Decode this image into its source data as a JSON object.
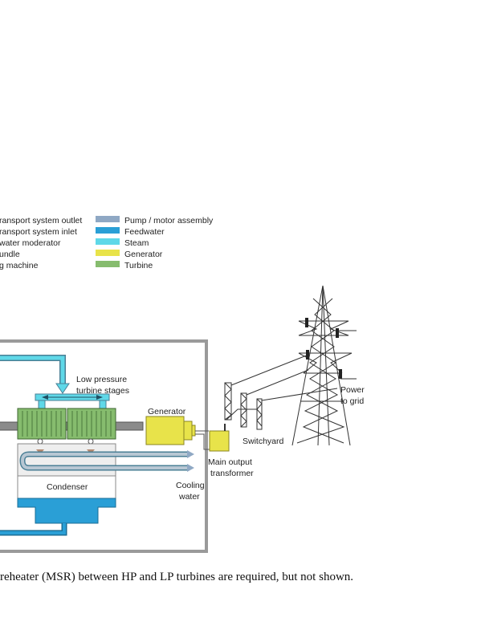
{
  "legend": {
    "left": [
      "ransport system outlet",
      "ransport system inlet",
      " water moderator",
      "undle",
      "g machine"
    ],
    "right": [
      {
        "label": "Pump / motor assembly",
        "color": "#8fa8c4"
      },
      {
        "label": "Feedwater",
        "color": "#2a9fd6"
      },
      {
        "label": "Steam",
        "color": "#5fd8e8"
      },
      {
        "label": "Generator",
        "color": "#e8e34a"
      },
      {
        "label": "Turbine",
        "color": "#86bc6e"
      }
    ]
  },
  "labels": {
    "low_pressure": [
      "Low pressure",
      "turbine stages"
    ],
    "generator": "Generator",
    "condenser": "Condenser",
    "cooling_water": [
      "Cooling",
      "water"
    ],
    "main_output_transformer": [
      "Main output",
      "transformer"
    ],
    "switchyard": "Switchyard",
    "power_to_grid": [
      "Power",
      "to grid"
    ]
  },
  "caption": "reheater (MSR) between HP and LP turbines are required, but not shown.",
  "colors": {
    "steam": "#5fd8e8",
    "feedwater": "#2a9fd6",
    "turbine": "#86bc6e",
    "generator": "#e8e34a",
    "pump": "#8fa8c4",
    "frame": "#9a9a9a"
  }
}
